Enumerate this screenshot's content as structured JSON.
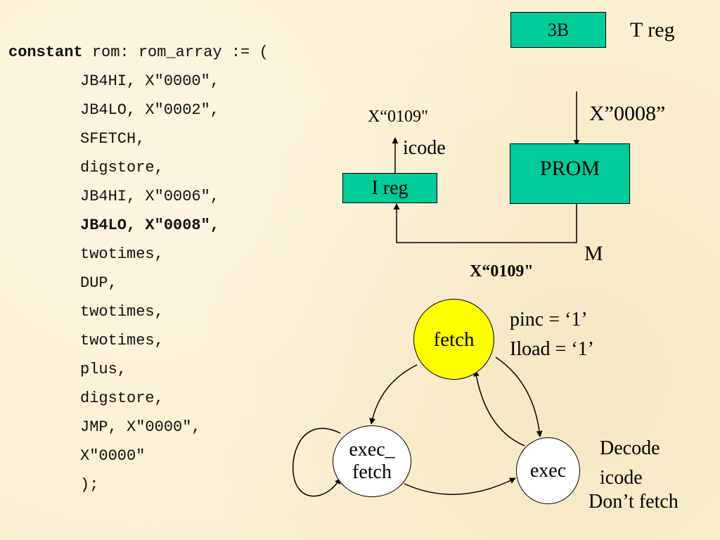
{
  "code": {
    "header_keyword": "constant",
    "header_rest": " rom: rom_array := (",
    "lines": [
      "JB4HI, X\"0000\",",
      "JB4LO, X\"0002\",",
      "SFETCH,",
      "digstore,",
      "JB4HI, X\"0006\",",
      "JB4LO, X\"0008\",",
      "twotimes,",
      "DUP,",
      "twotimes,",
      "twotimes,",
      "plus,",
      "digstore,",
      "JMP, X\"0000\",",
      "X\"0000\"",
      ");"
    ],
    "highlighted_index": 5
  },
  "datapath": {
    "treg_value": "3B",
    "treg_label": "T reg",
    "prom_label": "PROM",
    "prom_addr": "X”0008”",
    "ireg_label": "I reg",
    "icode_label": "icode",
    "icode_value": "X“0109\"",
    "m_label": "M",
    "m_value": "X“0109\""
  },
  "fsm": {
    "fetch_label": "fetch",
    "fetch_color": "#ffff00",
    "fetch_signal_1": "pinc = ‘1’",
    "fetch_signal_2": "Iload = ‘1’",
    "exec_fetch_line1": "exec_",
    "exec_fetch_line2": "fetch",
    "exec_label": "exec",
    "exec_note_1": "Decode",
    "exec_note_2": "icode",
    "exec_note_3": "Don’t fetch"
  },
  "colors": {
    "box_fill": "#00cc99",
    "background": "#fbf0d2"
  }
}
